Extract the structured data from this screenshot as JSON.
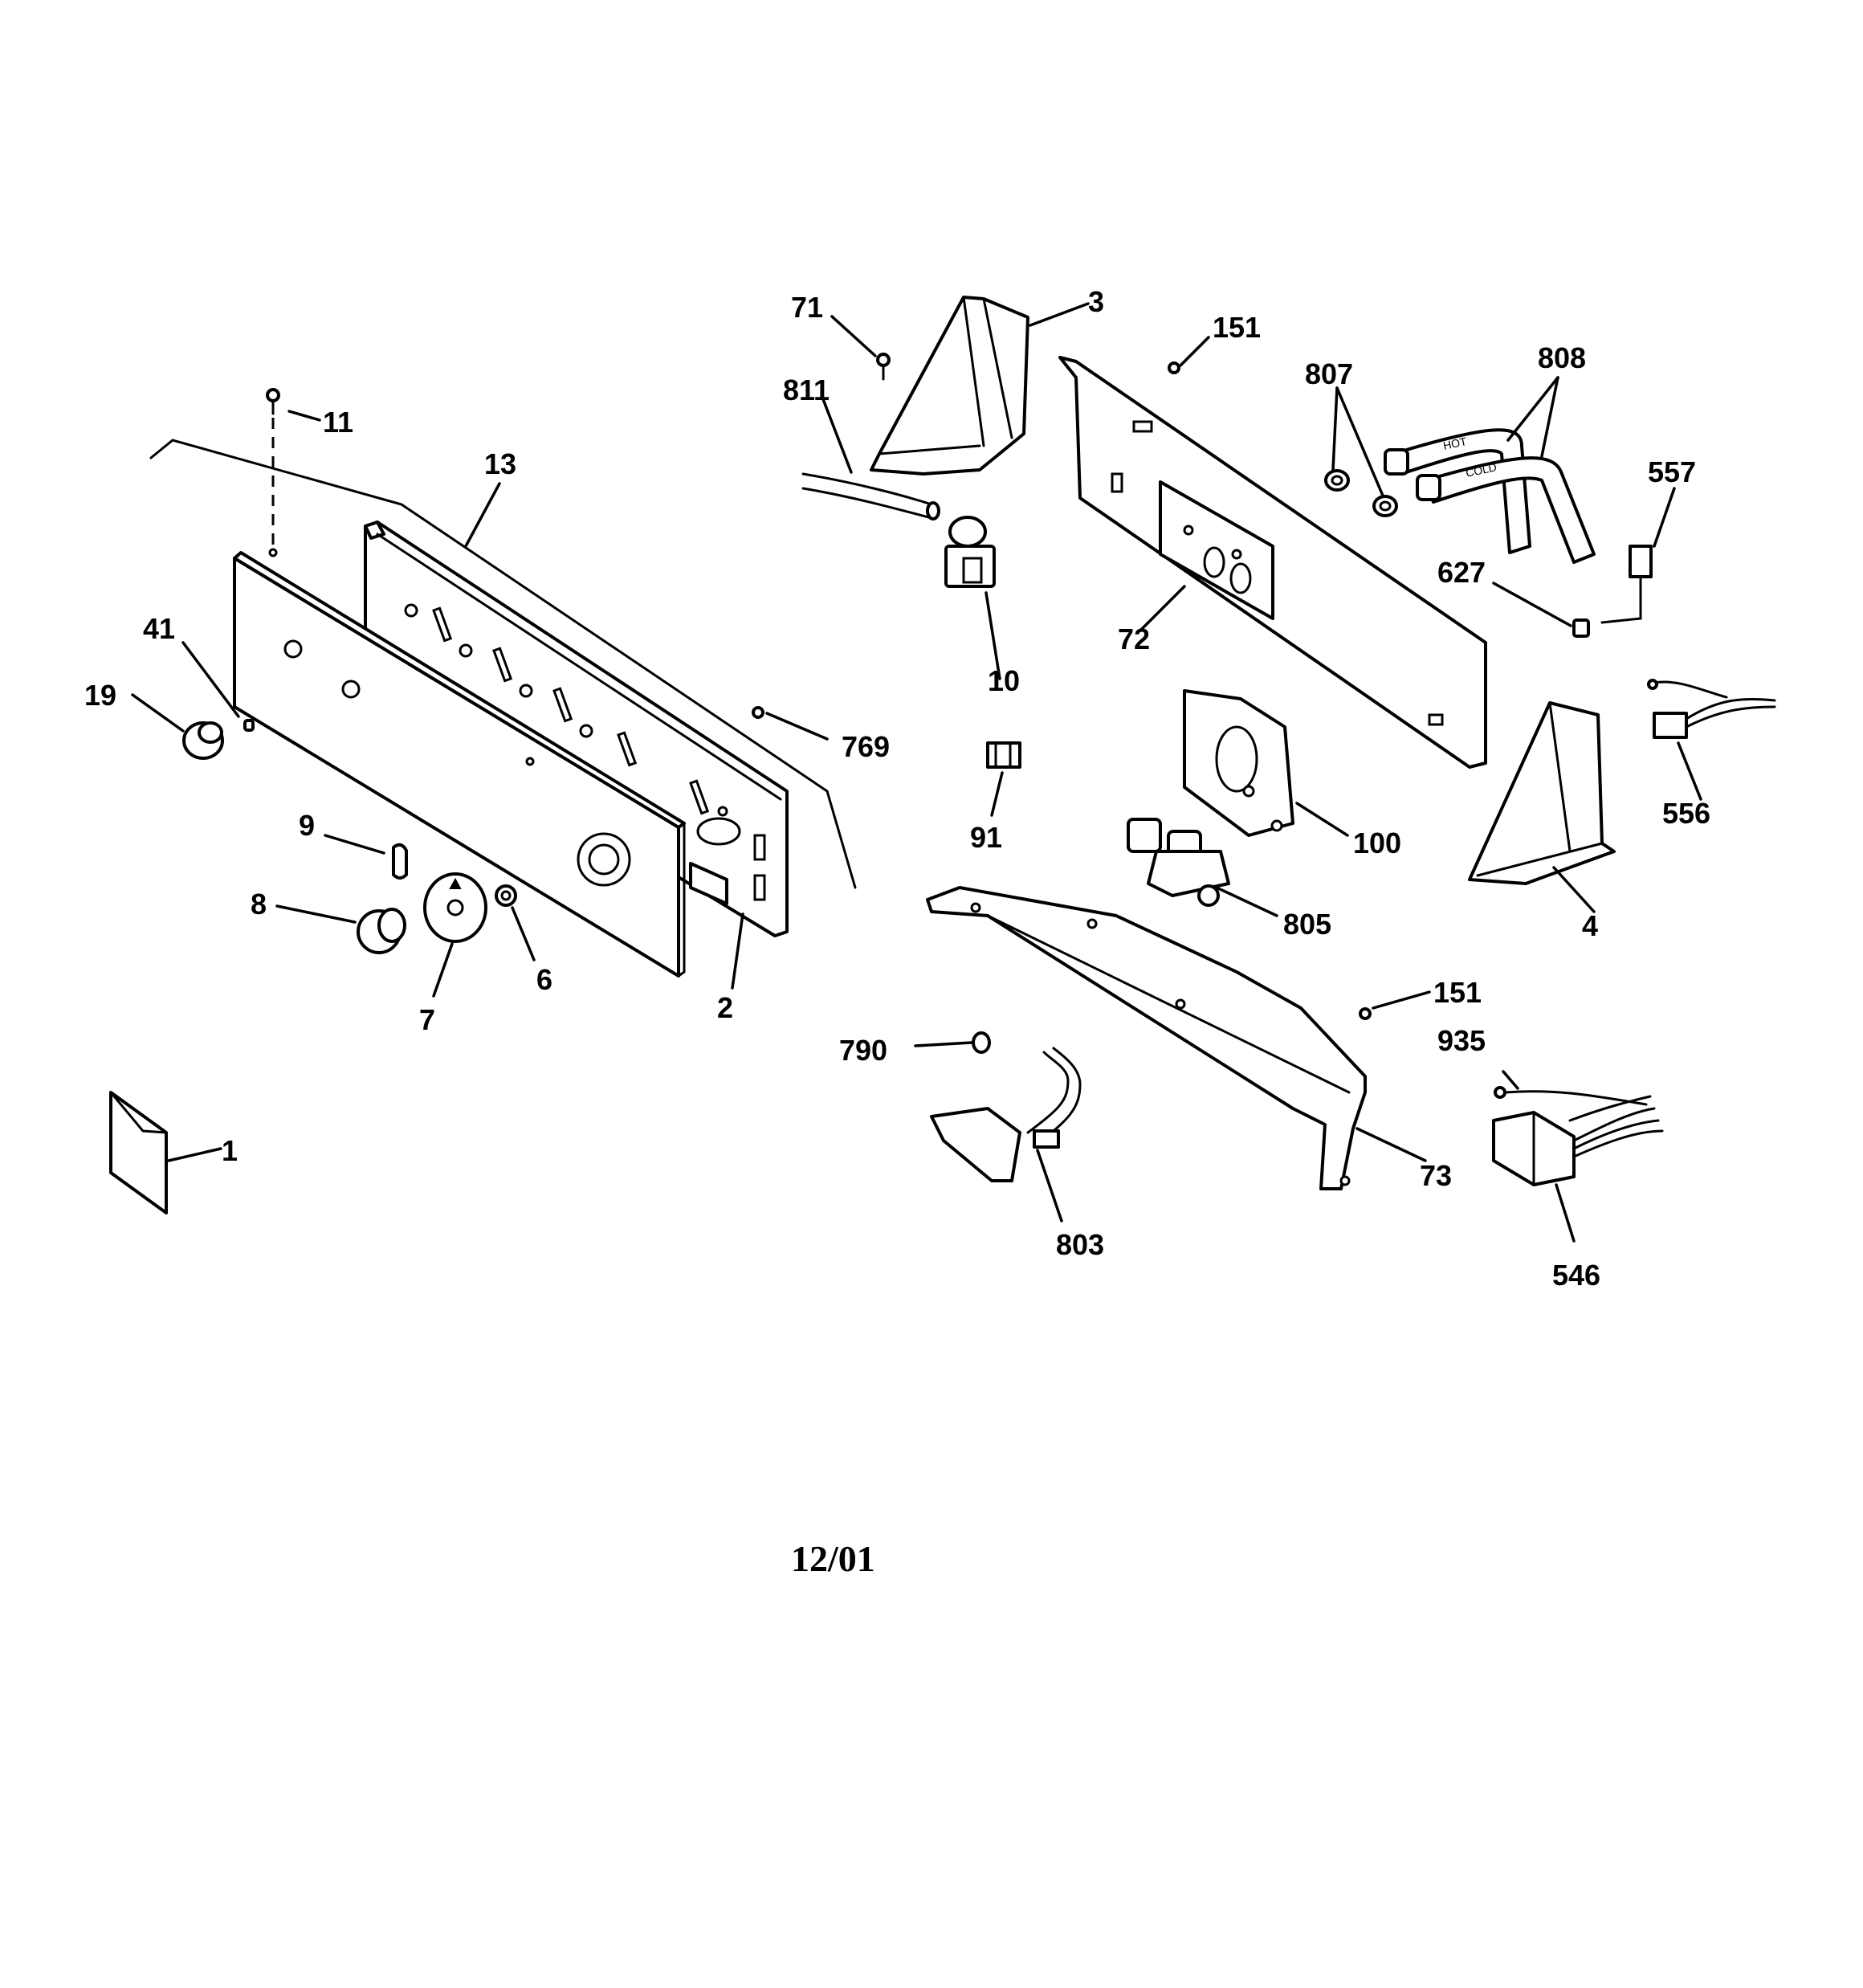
{
  "callouts": {
    "c71": "71",
    "c3": "3",
    "c151a": "151",
    "c807": "807",
    "c808": "808",
    "c811": "811",
    "c11": "11",
    "c13": "13",
    "c557": "557",
    "c627": "627",
    "c41": "41",
    "c19": "19",
    "c72": "72",
    "c10": "10",
    "c769": "769",
    "c91": "91",
    "c100": "100",
    "c556": "556",
    "c9": "9",
    "c8": "8",
    "c805": "805",
    "c4": "4",
    "c6": "6",
    "c7": "7",
    "c2": "2",
    "c151b": "151",
    "c935": "935",
    "c790": "790",
    "c1": "1",
    "c73": "73",
    "c803": "803",
    "c546": "546"
  },
  "hose_labels": {
    "hot": "HOT",
    "cold": "COLD"
  },
  "revision_date": "12/01"
}
